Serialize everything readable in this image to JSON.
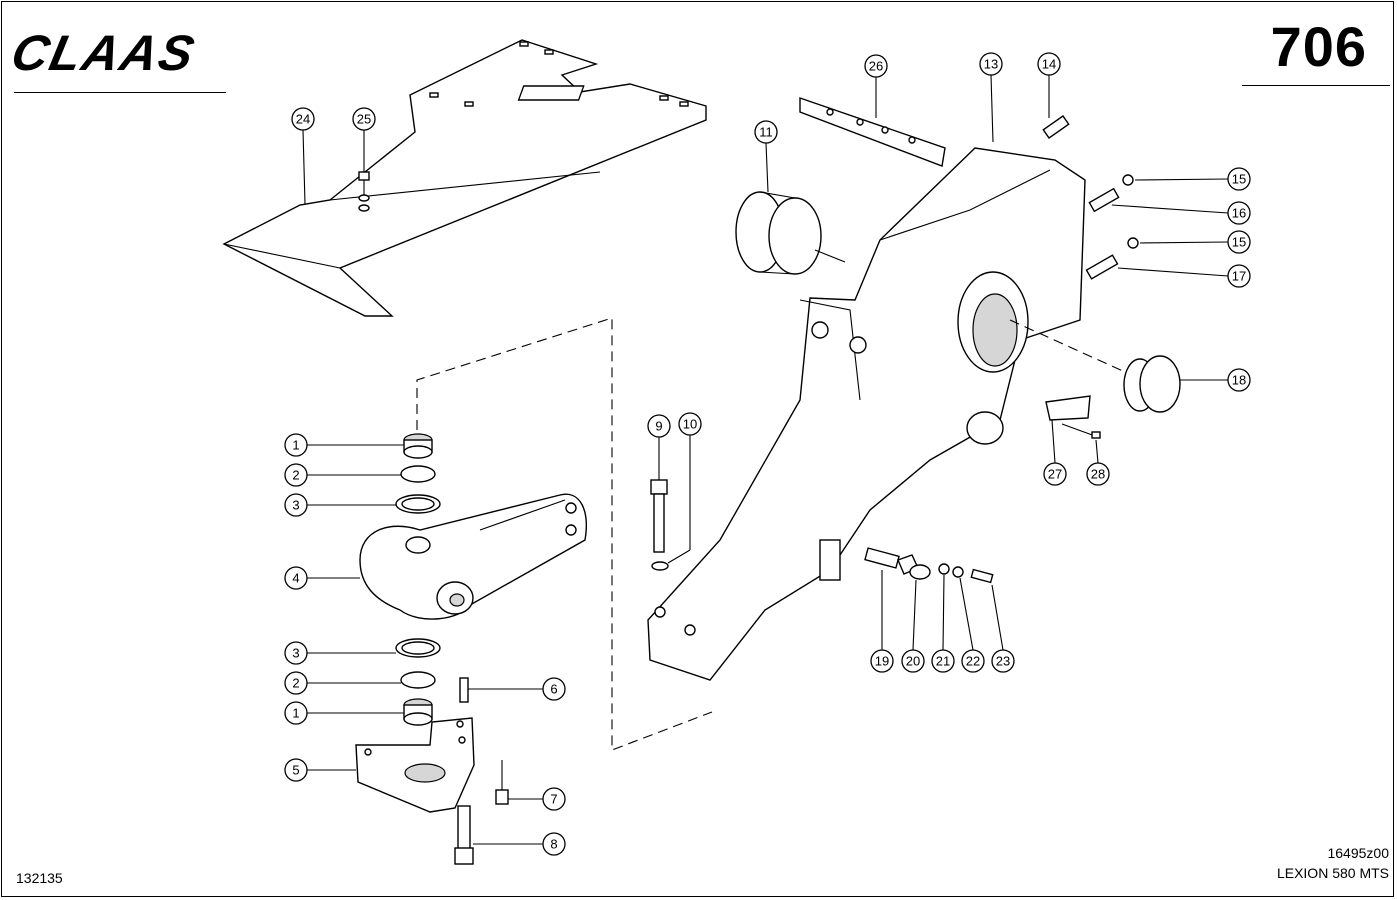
{
  "brand": {
    "name": "CLAAS"
  },
  "header": {
    "page_number": "706"
  },
  "footer": {
    "catalog_number": "132135",
    "drawing_number": "16495z00",
    "model": "LEXION 580 MTS"
  },
  "callouts": [
    {
      "label": "1"
    },
    {
      "label": "2"
    },
    {
      "label": "3"
    },
    {
      "label": "4"
    },
    {
      "label": "3"
    },
    {
      "label": "2"
    },
    {
      "label": "1"
    },
    {
      "label": "5"
    },
    {
      "label": "6"
    },
    {
      "label": "7"
    },
    {
      "label": "8"
    },
    {
      "label": "9"
    },
    {
      "label": "10"
    },
    {
      "label": "11"
    },
    {
      "label": "13"
    },
    {
      "label": "14"
    },
    {
      "label": "15"
    },
    {
      "label": "16"
    },
    {
      "label": "15"
    },
    {
      "label": "17"
    },
    {
      "label": "18"
    },
    {
      "label": "19"
    },
    {
      "label": "20"
    },
    {
      "label": "21"
    },
    {
      "label": "22"
    },
    {
      "label": "23"
    },
    {
      "label": "24"
    },
    {
      "label": "25"
    },
    {
      "label": "26"
    },
    {
      "label": "27"
    },
    {
      "label": "28"
    }
  ]
}
